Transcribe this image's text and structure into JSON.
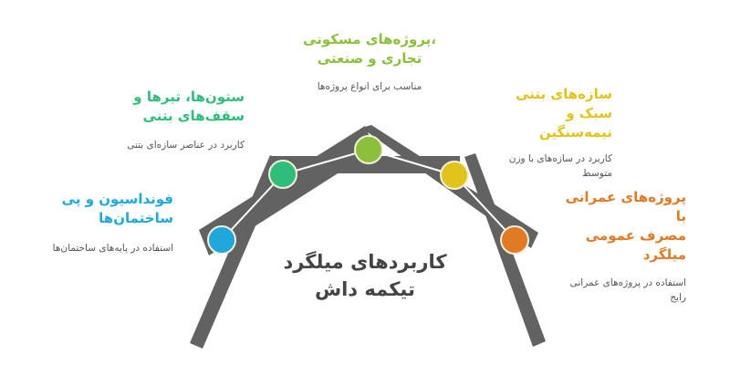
{
  "diagram": {
    "center_title_line1": "کاربردهای میلگرد",
    "center_title_line2": "تیکمه داش",
    "colors": {
      "bar": "#626262",
      "connector": "#ffffff",
      "circle_border": "#f5f0d8",
      "desc_text": "#555555",
      "center_text": "#444444"
    },
    "nodes": [
      {
        "id": "foundation",
        "title_line1": "فونداسیون و پی",
        "title_line2": "ساختمان‌ها",
        "description": "استفاده در پایه‌های ساختمان‌ها",
        "color": "#1fa8db"
      },
      {
        "id": "columns",
        "title_line1": "ستون‌ها، تیرها و",
        "title_line2": "سقف‌های بتنی",
        "description": "کاربرد در عناصر سازه‌ای بتنی",
        "color": "#2fbd7b"
      },
      {
        "id": "residential",
        "title_line1": "،پروژه‌های مسکونی",
        "title_line2": "تجاری و صنعتی",
        "description": "مناسب برای انواع پروژه‌ها",
        "color": "#8cbf3a"
      },
      {
        "id": "light-structures",
        "title_line1": "سازه‌های بتنی سبک و",
        "title_line2": "نیمه‌سنگین",
        "description_line1": "کاربرد در سازه‌های با وزن",
        "description_line2": "متوسط",
        "color": "#e0c41a"
      },
      {
        "id": "civil-projects",
        "title_line1": "پروژه‌های عمرانی با",
        "title_line2": "مصرف عمومی میلگرد",
        "description_line1": "استفاده در پروژه‌های عمرانی",
        "description_line2": "رایج",
        "color": "#e07a25"
      }
    ]
  }
}
